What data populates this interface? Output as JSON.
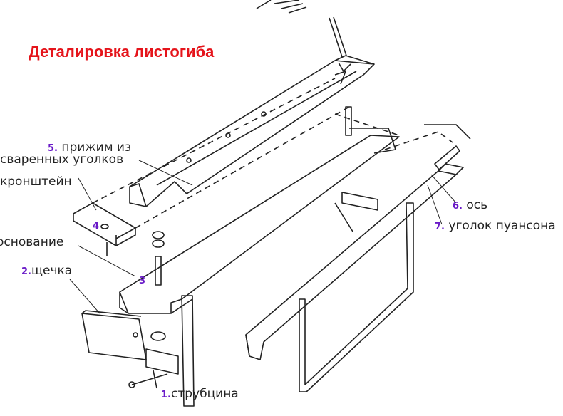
{
  "title": "Деталировка листогиба",
  "colors": {
    "title": "#e5141b",
    "number": "#6a1bc8",
    "line": "#222222"
  },
  "labels": [
    {
      "num": "5.",
      "text": "прижим из",
      "text2": "сваренных уголков"
    },
    {
      "num": "",
      "text": "кронштейн"
    },
    {
      "num": "4",
      "text": ""
    },
    {
      "num": "",
      "text": "основание"
    },
    {
      "num": "2.",
      "text": "щечка"
    },
    {
      "num": "3",
      "text": ""
    },
    {
      "num": "1.",
      "text": "струбцина"
    },
    {
      "num": "6.",
      "text": "ось"
    },
    {
      "num": "7.",
      "text": "уголок пуансона"
    }
  ]
}
